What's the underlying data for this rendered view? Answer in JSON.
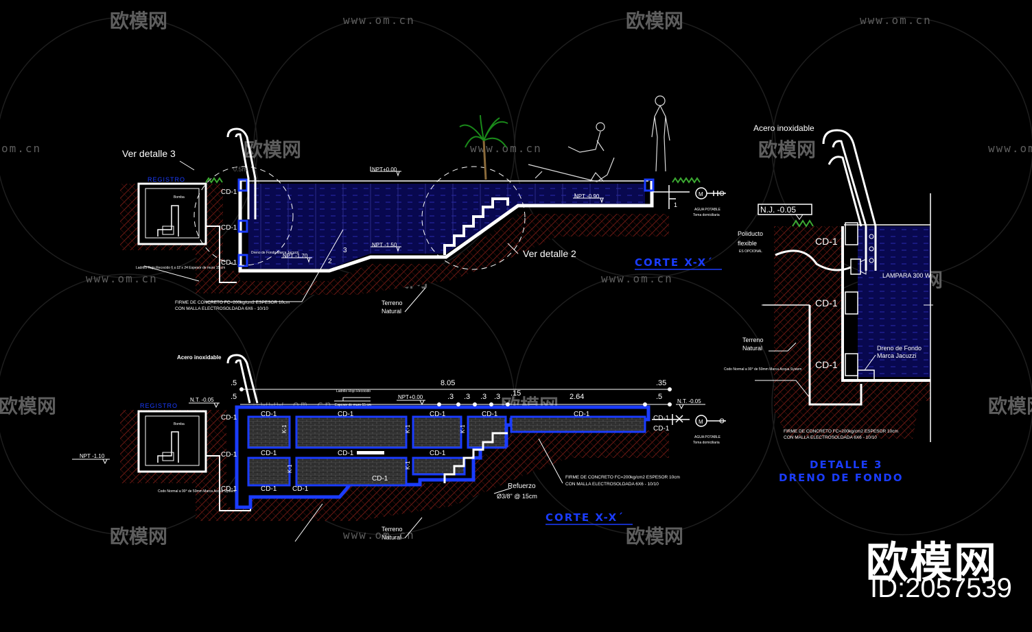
{
  "watermark": {
    "logo_text": "欧模网",
    "site_text": "www.om.cn",
    "site_short": "om.cn",
    "corner_logo": "欧模网",
    "corner_id": "ID:2057539"
  },
  "section_top": {
    "ver_detalle_3": "Ver detalle 3",
    "dim_05m": "0.5m",
    "registro": "REGISTRO",
    "bomba": "Bomba",
    "npt_000": "NPT+0.00",
    "npt_090": "NPT -0.90",
    "npt_150": "NPT -1.50",
    "npt_170": "NPT -1.70",
    "cd1": "CD-1",
    "slope_3": "3",
    "slope_2": "2",
    "slope_1": "1",
    "ver_detalle_2": "Ver detalle 2",
    "dreno_fondo": "Dreno de Fondo Marca Jacuzzi",
    "ladrillo": "Ladrillo Rojo Recocido 6 x 12 x 24 Espesor de muro 15 cm",
    "firme": "FIRME DE CONCRETO FC=200kg/cm2 ESPESOR 10cm",
    "malla": "CON MALLA ELECTROSOLDADA 6X6 - 10/10",
    "terreno": "Terreno",
    "natural": "Natural",
    "agua": "AGUA POTABLE",
    "toma": "Toma domiciliaria",
    "title": "CORTE X-X´"
  },
  "section_bottom": {
    "acero": "Acero inoxidable",
    "registro": "REGISTRO",
    "bomba": "Bomba",
    "nt_005": "N.T. -0.05",
    "npt_000": "NPT+0.00",
    "npt_110": "NPT -1.10",
    "dim_total": "8.05",
    "dim_05a": ".5",
    "dim_05b": ".5",
    "dim_05c": ".5",
    "dim_35": ".35",
    "dim_3a": ".3",
    "dim_3b": ".3",
    "dim_3c": ".3",
    "dim_3d": ".3",
    "dim_15": ".15",
    "dim_264": "2.64",
    "ladrillo": "Ladrillo Rojo Recocido",
    "espesor": "Espesor de muro 15 cm",
    "cd1": "CD-1",
    "k1": "K-1",
    "codo": "Codo Normal a 90° de 50mm Marca Acqua System",
    "refuerzo": "Refuerzo",
    "refuerzo_spec": "Ø3/8\" @ 15cm",
    "firme": "FIRME DE CONCRETO FC=200kg/cm2 ESPESOR 10cm",
    "malla": "CON MALLA ELECTROSOLDADA 6X6 - 10/10",
    "terreno": "Terreno",
    "natural": "Natural",
    "agua": "AGUA POTABLE",
    "toma": "Toma domiciliaria",
    "title": "CORTE X-X´"
  },
  "detail": {
    "acero": "Acero inoxidable",
    "nj": "N.J. -0.05",
    "poliducto": "Poliducto",
    "flexible": "flexible",
    "opcional": "ES OPCIONAL",
    "cd1": "CD-1",
    "lampara": "LAMPARA 300 W",
    "terreno": "Terreno",
    "natural": "Natural",
    "dreno": "Dreno de Fondo",
    "marca": "Marca Jacuzzi",
    "codo": "Codo Normal a 90° de 50mm Marca Acqua System",
    "firme": "FIRME DE CONCRETO FC=200kg/cm2 ESPESOR 10cm",
    "malla": "CON MALLA ELECTROSOLDADA 6X6 - 10/10",
    "title1": "DETALLE 3",
    "title2": "DRENO DE FONDO"
  },
  "colors": {
    "background": "#000000",
    "line": "#ffffff",
    "water": "#0a0a5e",
    "blue_accent": "#1a3cff",
    "soil": "#7a1a14",
    "grass": "#3caa32",
    "watermark": "#6b6b6b"
  }
}
